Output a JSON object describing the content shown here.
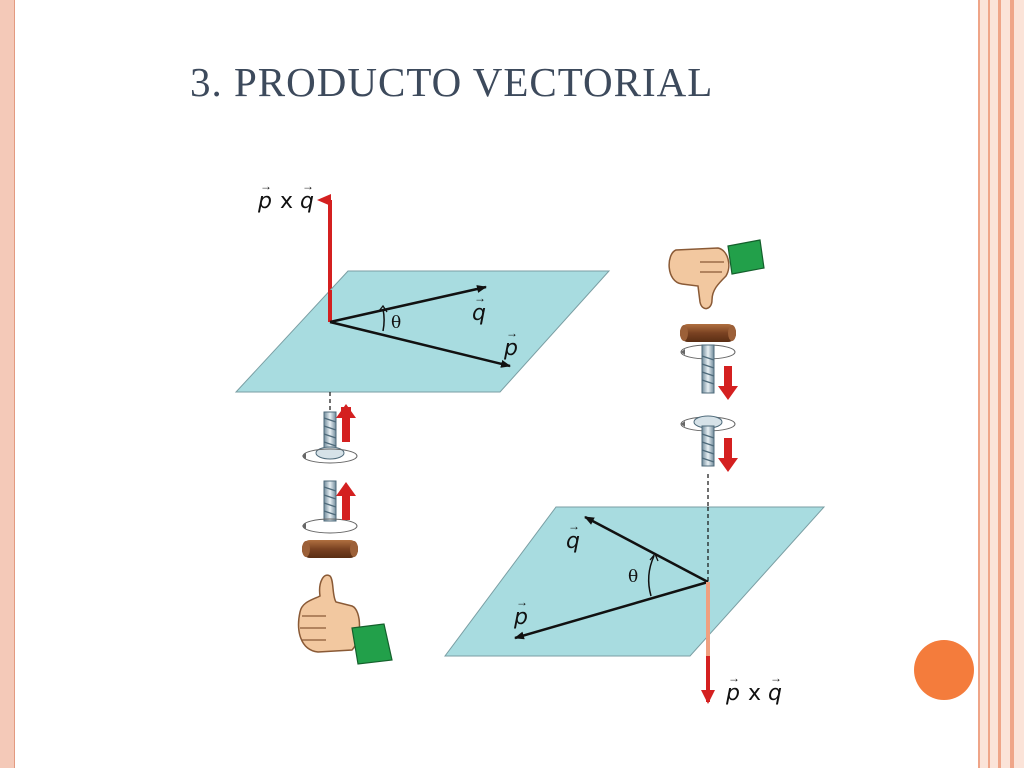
{
  "slide": {
    "title": "3. PRODUCTO VECTORIAL"
  },
  "diagram": {
    "top": {
      "cross_label_p": "p",
      "cross_label_x": "x",
      "cross_label_q": "q",
      "vector_q": "q",
      "vector_p": "p",
      "angle": "θ",
      "hand": "thumbs-up-icon"
    },
    "bottom": {
      "cross_label_p": "p",
      "cross_label_x": "x",
      "cross_label_q": "q",
      "vector_q": "q",
      "vector_p": "p",
      "angle": "θ",
      "hand": "thumbs-down-icon"
    }
  },
  "colors": {
    "plane": "#a8dce0",
    "arrow_red": "#d42020",
    "sleeve_green": "#22a04a",
    "accent_orange": "#f47c3c"
  }
}
